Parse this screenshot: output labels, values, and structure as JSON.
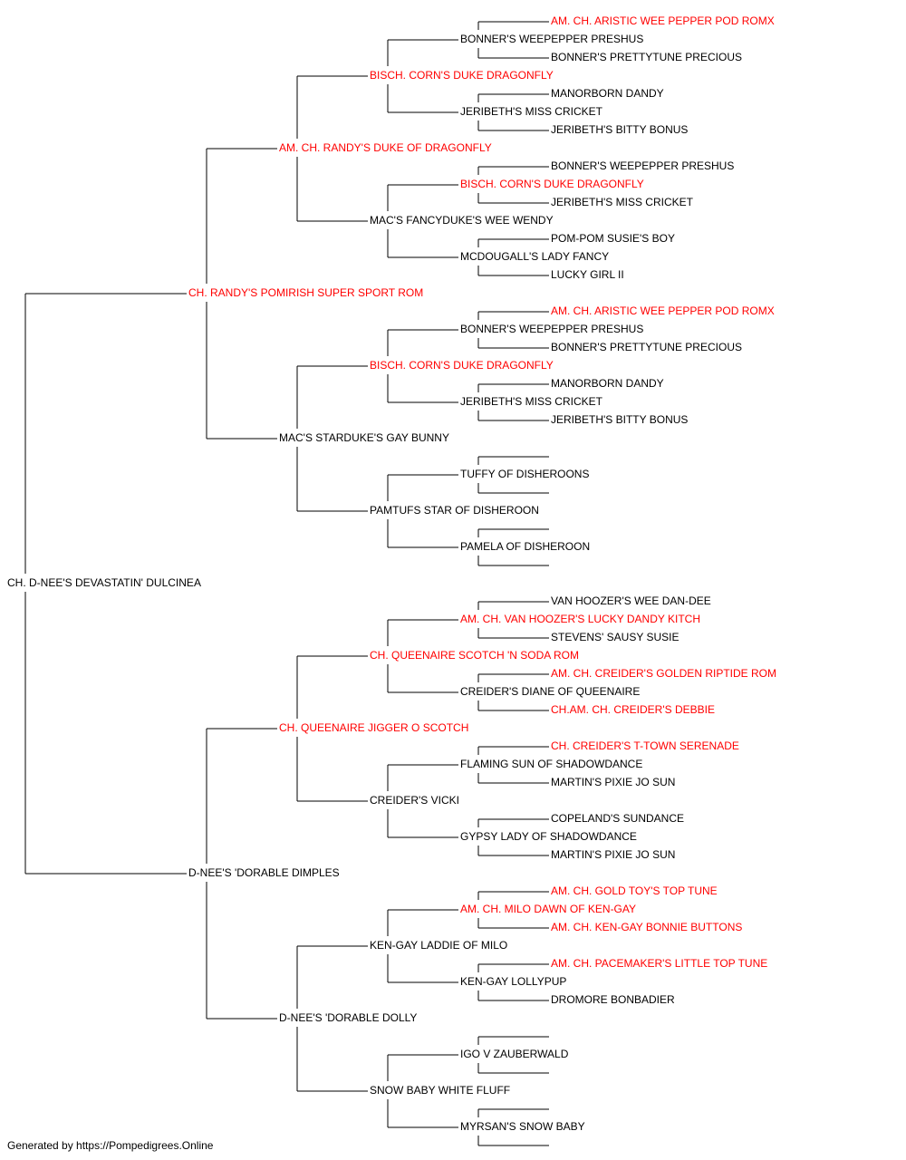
{
  "colors": {
    "champion": "#ff0000",
    "normal": "#000000",
    "line": "#000000"
  },
  "subject": {
    "name": "CH. D-NEE'S DEVASTATIN' DULCINEA",
    "champion": false
  },
  "sire": {
    "name": "CH. RANDY'S POMIRISH SUPER SPORT ROM",
    "champion": true
  },
  "dam": {
    "name": "D-NEE'S 'DORABLE DIMPLES",
    "champion": false
  },
  "grandparents": [
    {
      "name": "AM. CH. RANDY'S DUKE OF DRAGONFLY",
      "champion": true
    },
    {
      "name": "MAC'S STARDUKE'S GAY BUNNY",
      "champion": false
    },
    {
      "name": "CH. QUEENAIRE JIGGER O SCOTCH",
      "champion": true
    },
    {
      "name": "D-NEE'S 'DORABLE DOLLY",
      "champion": false
    }
  ],
  "great_grandparents": [
    {
      "name": "BISCH. CORN'S DUKE DRAGONFLY",
      "champion": true
    },
    {
      "name": "MAC'S FANCYDUKE'S WEE WENDY",
      "champion": false
    },
    {
      "name": "BISCH. CORN'S DUKE DRAGONFLY",
      "champion": true
    },
    {
      "name": "PAMTUFS STAR OF DISHEROON",
      "champion": false
    },
    {
      "name": "CH. QUEENAIRE SCOTCH 'N SODA ROM",
      "champion": true
    },
    {
      "name": "CREIDER'S VICKI",
      "champion": false
    },
    {
      "name": "KEN-GAY LADDIE OF MILO",
      "champion": false
    },
    {
      "name": "SNOW BABY WHITE FLUFF",
      "champion": false
    }
  ],
  "gen4": [
    {
      "name": "BONNER'S WEEPEPPER PRESHUS",
      "champion": false
    },
    {
      "name": "JERIBETH'S MISS CRICKET",
      "champion": false
    },
    {
      "name": "BISCH. CORN'S DUKE DRAGONFLY",
      "champion": true
    },
    {
      "name": "MCDOUGALL'S LADY FANCY",
      "champion": false
    },
    {
      "name": "BONNER'S WEEPEPPER PRESHUS",
      "champion": false
    },
    {
      "name": "JERIBETH'S MISS CRICKET",
      "champion": false
    },
    {
      "name": "TUFFY OF DISHEROONS",
      "champion": false
    },
    {
      "name": "PAMELA OF DISHEROON",
      "champion": false
    },
    {
      "name": "AM. CH. VAN HOOZER'S LUCKY DANDY KITCH",
      "champion": true
    },
    {
      "name": "CREIDER'S DIANE OF QUEENAIRE",
      "champion": false
    },
    {
      "name": "FLAMING SUN OF SHADOWDANCE",
      "champion": false
    },
    {
      "name": "GYPSY LADY OF SHADOWDANCE",
      "champion": false
    },
    {
      "name": "AM. CH. MILO DAWN OF KEN-GAY",
      "champion": true
    },
    {
      "name": "KEN-GAY LOLLYPUP",
      "champion": false
    },
    {
      "name": "IGO V ZAUBERWALD",
      "champion": false
    },
    {
      "name": "MYRSAN'S SNOW BABY",
      "champion": false
    }
  ],
  "gen5": [
    {
      "name": "AM. CH. ARISTIC WEE PEPPER POD ROMX",
      "champion": true
    },
    {
      "name": "BONNER'S PRETTYTUNE PRECIOUS",
      "champion": false
    },
    {
      "name": "MANORBORN DANDY",
      "champion": false
    },
    {
      "name": "JERIBETH'S BITTY BONUS",
      "champion": false
    },
    {
      "name": "BONNER'S WEEPEPPER PRESHUS",
      "champion": false
    },
    {
      "name": "JERIBETH'S MISS CRICKET",
      "champion": false
    },
    {
      "name": "POM-POM SUSIE'S BOY",
      "champion": false
    },
    {
      "name": "LUCKY GIRL II",
      "champion": false
    },
    {
      "name": "AM. CH. ARISTIC WEE PEPPER POD ROMX",
      "champion": true
    },
    {
      "name": "BONNER'S PRETTYTUNE PRECIOUS",
      "champion": false
    },
    {
      "name": "MANORBORN DANDY",
      "champion": false
    },
    {
      "name": "JERIBETH'S BITTY BONUS",
      "champion": false
    },
    null,
    null,
    null,
    null,
    {
      "name": "VAN HOOZER'S WEE DAN-DEE",
      "champion": false
    },
    {
      "name": "STEVENS' SAUSY SUSIE",
      "champion": false
    },
    {
      "name": "AM. CH. CREIDER'S GOLDEN RIPTIDE ROM",
      "champion": true
    },
    {
      "name": "CH.AM. CH. CREIDER'S DEBBIE",
      "champion": true
    },
    {
      "name": "CH. CREIDER'S T-TOWN SERENADE",
      "champion": true
    },
    {
      "name": "MARTIN'S PIXIE JO SUN",
      "champion": false
    },
    {
      "name": "COPELAND'S SUNDANCE",
      "champion": false
    },
    {
      "name": "MARTIN'S PIXIE JO SUN",
      "champion": false
    },
    {
      "name": "AM. CH. GOLD TOY'S TOP TUNE",
      "champion": true
    },
    {
      "name": "AM. CH. KEN-GAY BONNIE BUTTONS",
      "champion": true
    },
    {
      "name": "AM. CH. PACEMAKER'S LITTLE TOP TUNE",
      "champion": true
    },
    {
      "name": "DROMORE BONBADIER",
      "champion": false
    },
    null,
    null,
    null,
    null
  ],
  "footer": "Generated by https://Pompedigrees.Online"
}
